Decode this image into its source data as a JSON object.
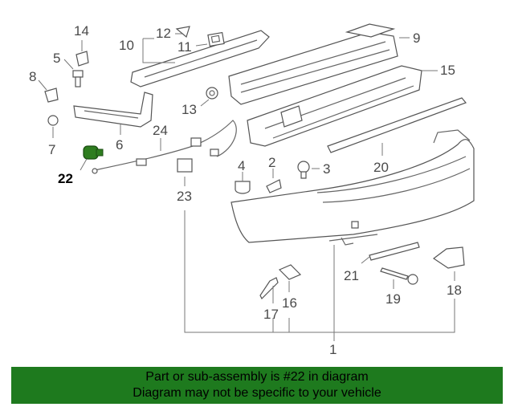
{
  "diagram": {
    "labels": {
      "p1": "1",
      "p2": "2",
      "p3": "3",
      "p4": "4",
      "p5": "5",
      "p6": "6",
      "p7": "7",
      "p8": "8",
      "p9": "9",
      "p10": "10",
      "p11": "11",
      "p12": "12",
      "p13": "13",
      "p14": "14",
      "p15": "15",
      "p16": "16",
      "p17": "17",
      "p18": "18",
      "p19": "19",
      "p20": "20",
      "p21": "21",
      "p22": "22",
      "p23": "23",
      "p24": "24"
    },
    "highlight_color": "#2e7d1f"
  },
  "banner": {
    "line1": "Part or sub-assembly is #22 in diagram",
    "line2": "Diagram may not be specific to your vehicle",
    "color": "#1e7a1e"
  }
}
